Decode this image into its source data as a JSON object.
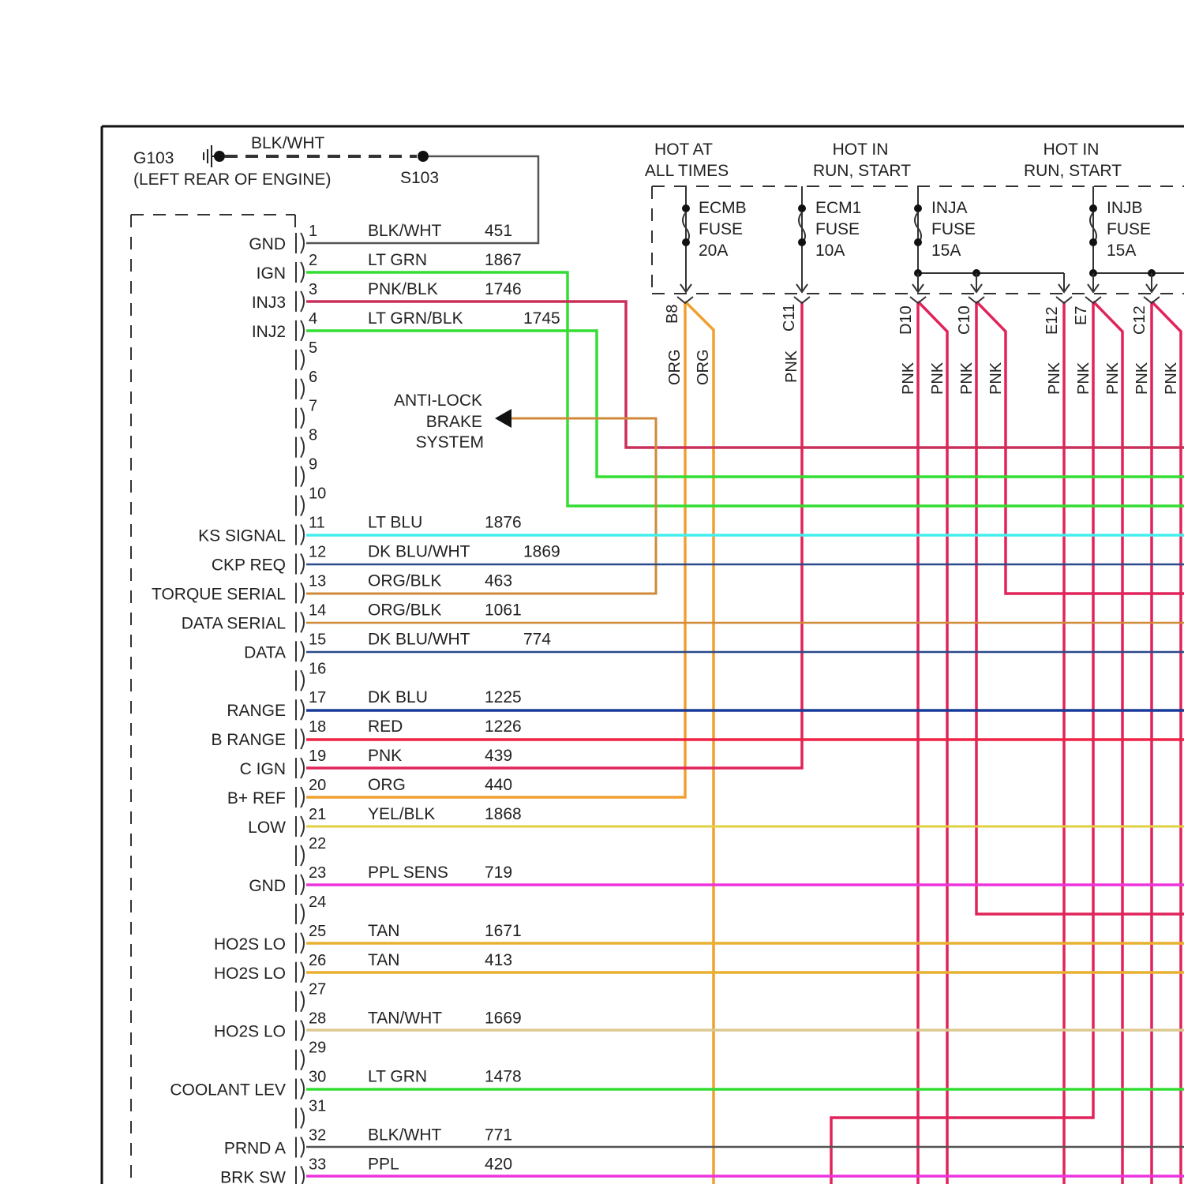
{
  "ground": {
    "id": "G103",
    "location": "(LEFT REAR OF ENGINE)",
    "wire_color": "BLK/WHT",
    "splice": "S103"
  },
  "abs_label": [
    "ANTI-LOCK",
    "BRAKE",
    "SYSTEM"
  ],
  "power_headers": [
    [
      "HOT AT",
      "ALL TIMES"
    ],
    [
      "HOT IN",
      "RUN, START"
    ],
    [
      "HOT IN",
      "RUN, START"
    ]
  ],
  "fuses": [
    {
      "name": "ECMB",
      "type": "FUSE",
      "rating": "20A"
    },
    {
      "name": "ECM1",
      "type": "FUSE",
      "rating": "10A"
    },
    {
      "name": "INJA",
      "type": "FUSE",
      "rating": "15A"
    },
    {
      "name": "INJB",
      "type": "FUSE",
      "rating": "15A"
    }
  ],
  "connectors": [
    "B8",
    "C11",
    "D10",
    "C10",
    "E12",
    "E7",
    "C12"
  ],
  "vertical_wire_labels": [
    "ORG",
    "ORG",
    "PNK",
    "PNK",
    "PNK",
    "PNK",
    "PNK",
    "PNK",
    "PNK",
    "PNK",
    "PNK",
    "PNK"
  ],
  "pins": [
    {
      "num": "1",
      "label": "GND",
      "color": "BLK/WHT",
      "circuit": "451"
    },
    {
      "num": "2",
      "label": "IGN",
      "color": "LT GRN",
      "circuit": "1867"
    },
    {
      "num": "3",
      "label": "INJ3",
      "color": "PNK/BLK",
      "circuit": "1746"
    },
    {
      "num": "4",
      "label": "INJ2",
      "color": "LT GRN/BLK",
      "circuit": "1745"
    },
    {
      "num": "5",
      "label": "",
      "color": "",
      "circuit": ""
    },
    {
      "num": "6",
      "label": "",
      "color": "",
      "circuit": ""
    },
    {
      "num": "7",
      "label": "",
      "color": "",
      "circuit": ""
    },
    {
      "num": "8",
      "label": "",
      "color": "",
      "circuit": ""
    },
    {
      "num": "9",
      "label": "",
      "color": "",
      "circuit": ""
    },
    {
      "num": "10",
      "label": "",
      "color": "",
      "circuit": ""
    },
    {
      "num": "11",
      "label": "KS SIGNAL",
      "color": "LT BLU",
      "circuit": "1876"
    },
    {
      "num": "12",
      "label": "CKP REQ",
      "color": "DK BLU/WHT",
      "circuit": "1869"
    },
    {
      "num": "13",
      "label": "TORQUE SERIAL",
      "color": "ORG/BLK",
      "circuit": "463"
    },
    {
      "num": "14",
      "label": "DATA SERIAL",
      "color": "ORG/BLK",
      "circuit": "1061"
    },
    {
      "num": "15",
      "label": "DATA",
      "color": "DK BLU/WHT",
      "circuit": "774"
    },
    {
      "num": "16",
      "label": "",
      "color": "",
      "circuit": ""
    },
    {
      "num": "17",
      "label": "RANGE",
      "color": "DK BLU",
      "circuit": "1225"
    },
    {
      "num": "18",
      "label": "B RANGE",
      "color": "RED",
      "circuit": "1226"
    },
    {
      "num": "19",
      "label": "C IGN",
      "color": "PNK",
      "circuit": "439"
    },
    {
      "num": "20",
      "label": "B+ REF",
      "color": "ORG",
      "circuit": "440"
    },
    {
      "num": "21",
      "label": "LOW",
      "color": "YEL/BLK",
      "circuit": "1868"
    },
    {
      "num": "22",
      "label": "",
      "color": "",
      "circuit": ""
    },
    {
      "num": "23",
      "label": "GND",
      "color": "PPL SENS",
      "circuit": "719"
    },
    {
      "num": "24",
      "label": "",
      "color": "",
      "circuit": ""
    },
    {
      "num": "25",
      "label": "HO2S LO",
      "color": "TAN",
      "circuit": "1671"
    },
    {
      "num": "26",
      "label": "HO2S LO",
      "color": "TAN",
      "circuit": "413"
    },
    {
      "num": "27",
      "label": "",
      "color": "",
      "circuit": ""
    },
    {
      "num": "28",
      "label": "HO2S LO",
      "color": "TAN/WHT",
      "circuit": "1669"
    },
    {
      "num": "29",
      "label": "",
      "color": "",
      "circuit": ""
    },
    {
      "num": "30",
      "label": "COOLANT LEV",
      "color": "LT GRN",
      "circuit": "1478"
    },
    {
      "num": "31",
      "label": "",
      "color": "",
      "circuit": ""
    },
    {
      "num": "32",
      "label": "PRND A",
      "color": "BLK/WHT",
      "circuit": "771"
    },
    {
      "num": "33",
      "label": "BRK SW",
      "color": "PPL",
      "circuit": "420"
    }
  ],
  "wire_colors": {
    "blk_wht": "#555555",
    "lt_grn": "#33dd33",
    "pnk_blk": "#c8305a",
    "lt_blu": "#44eeee",
    "dk_blu_wht": "#2a4a8a",
    "org": "#f0a030",
    "org_blk": "#d08a3a",
    "dk_blu": "#1a3a9a",
    "red": "#ee2244",
    "pnk": "#e0245a",
    "yel_blk": "#e0d040",
    "ppl": "#ee33dd",
    "tan": "#e8b030",
    "tan_wht": "#dcc890"
  }
}
